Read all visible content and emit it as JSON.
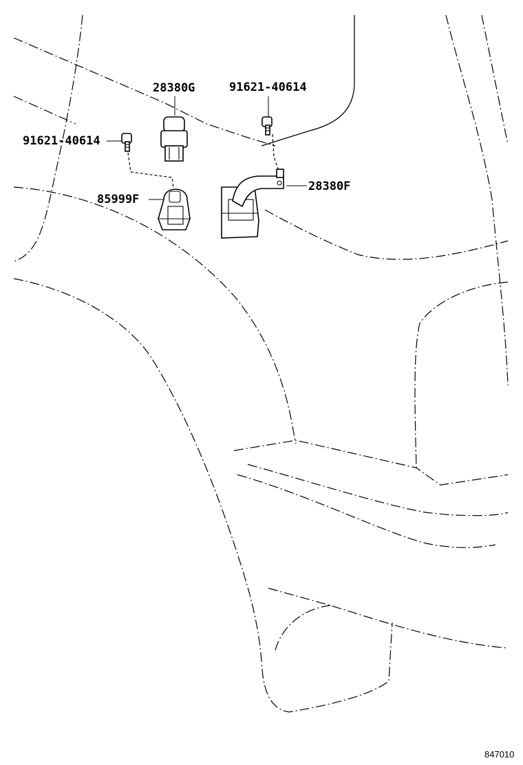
{
  "labels": {
    "clip_part": "85999F",
    "connector_upper": "28380G",
    "connector_lower": "28380F",
    "bolt_left": "91621-40614",
    "bolt_right": "91621-40614"
  },
  "diagram_code": "847010"
}
